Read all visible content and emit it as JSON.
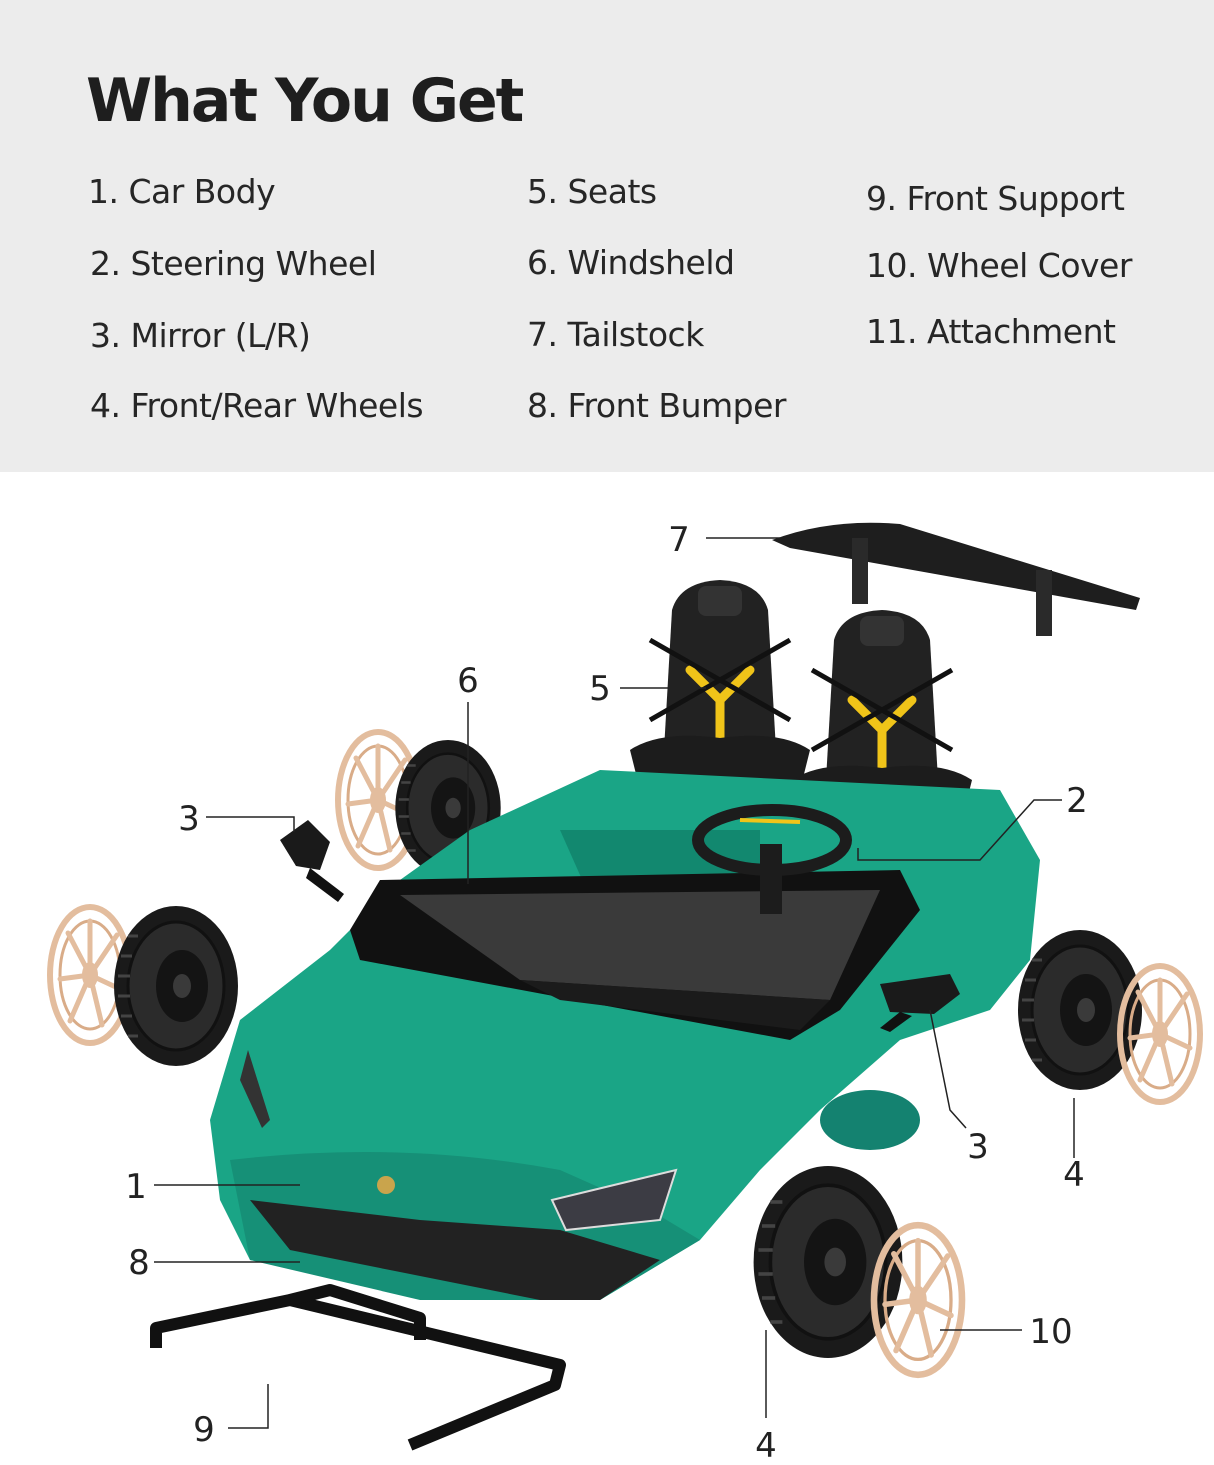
{
  "title": "What You Get",
  "parts": [
    "1. Car Body",
    "2. Steering Wheel",
    "3. Mirror (L/R)",
    "4. Front/Rear Wheels",
    "5. Seats",
    "6. Windsheld",
    "7. Tailstock",
    "8. Front Bumper",
    "9. Front Support",
    "10. Wheel Cover",
    "11. Attachment"
  ],
  "callouts": {
    "n1": "1",
    "n2": "2",
    "n3a": "3",
    "n3b": "3",
    "n4a": "4",
    "n4b": "4",
    "n5": "5",
    "n6": "6",
    "n7": "7",
    "n8": "8",
    "n9": "9",
    "n10": "10"
  },
  "colors": {
    "header_bg": "#ececec",
    "car_body": "#1aa586",
    "tire": "#1a1a1a",
    "wheel_cover": "#e3bd9e",
    "seat": "#222222",
    "seat_accent": "#f0c419"
  }
}
